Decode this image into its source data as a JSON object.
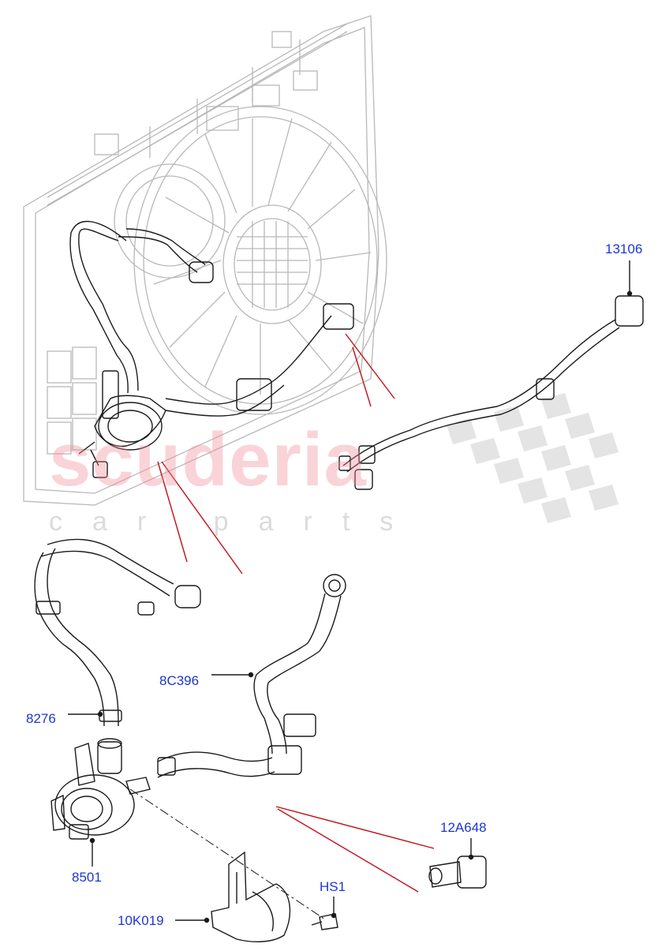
{
  "watermark": {
    "brand": "scuderia",
    "tagline": "car parts"
  },
  "callouts": [
    {
      "id": "13106",
      "text": "13106"
    },
    {
      "id": "8C396",
      "text": "8C396"
    },
    {
      "id": "8276",
      "text": "8276"
    },
    {
      "id": "12A648",
      "text": "12A648"
    },
    {
      "id": "8501",
      "text": "8501"
    },
    {
      "id": "HS1",
      "text": "HS1"
    },
    {
      "id": "10K019",
      "text": "10K019"
    }
  ],
  "colors": {
    "label": "#1d36d6",
    "leader": "#c0101a",
    "outline": "#1a1a1a",
    "ghost": "#b8b8b8"
  }
}
